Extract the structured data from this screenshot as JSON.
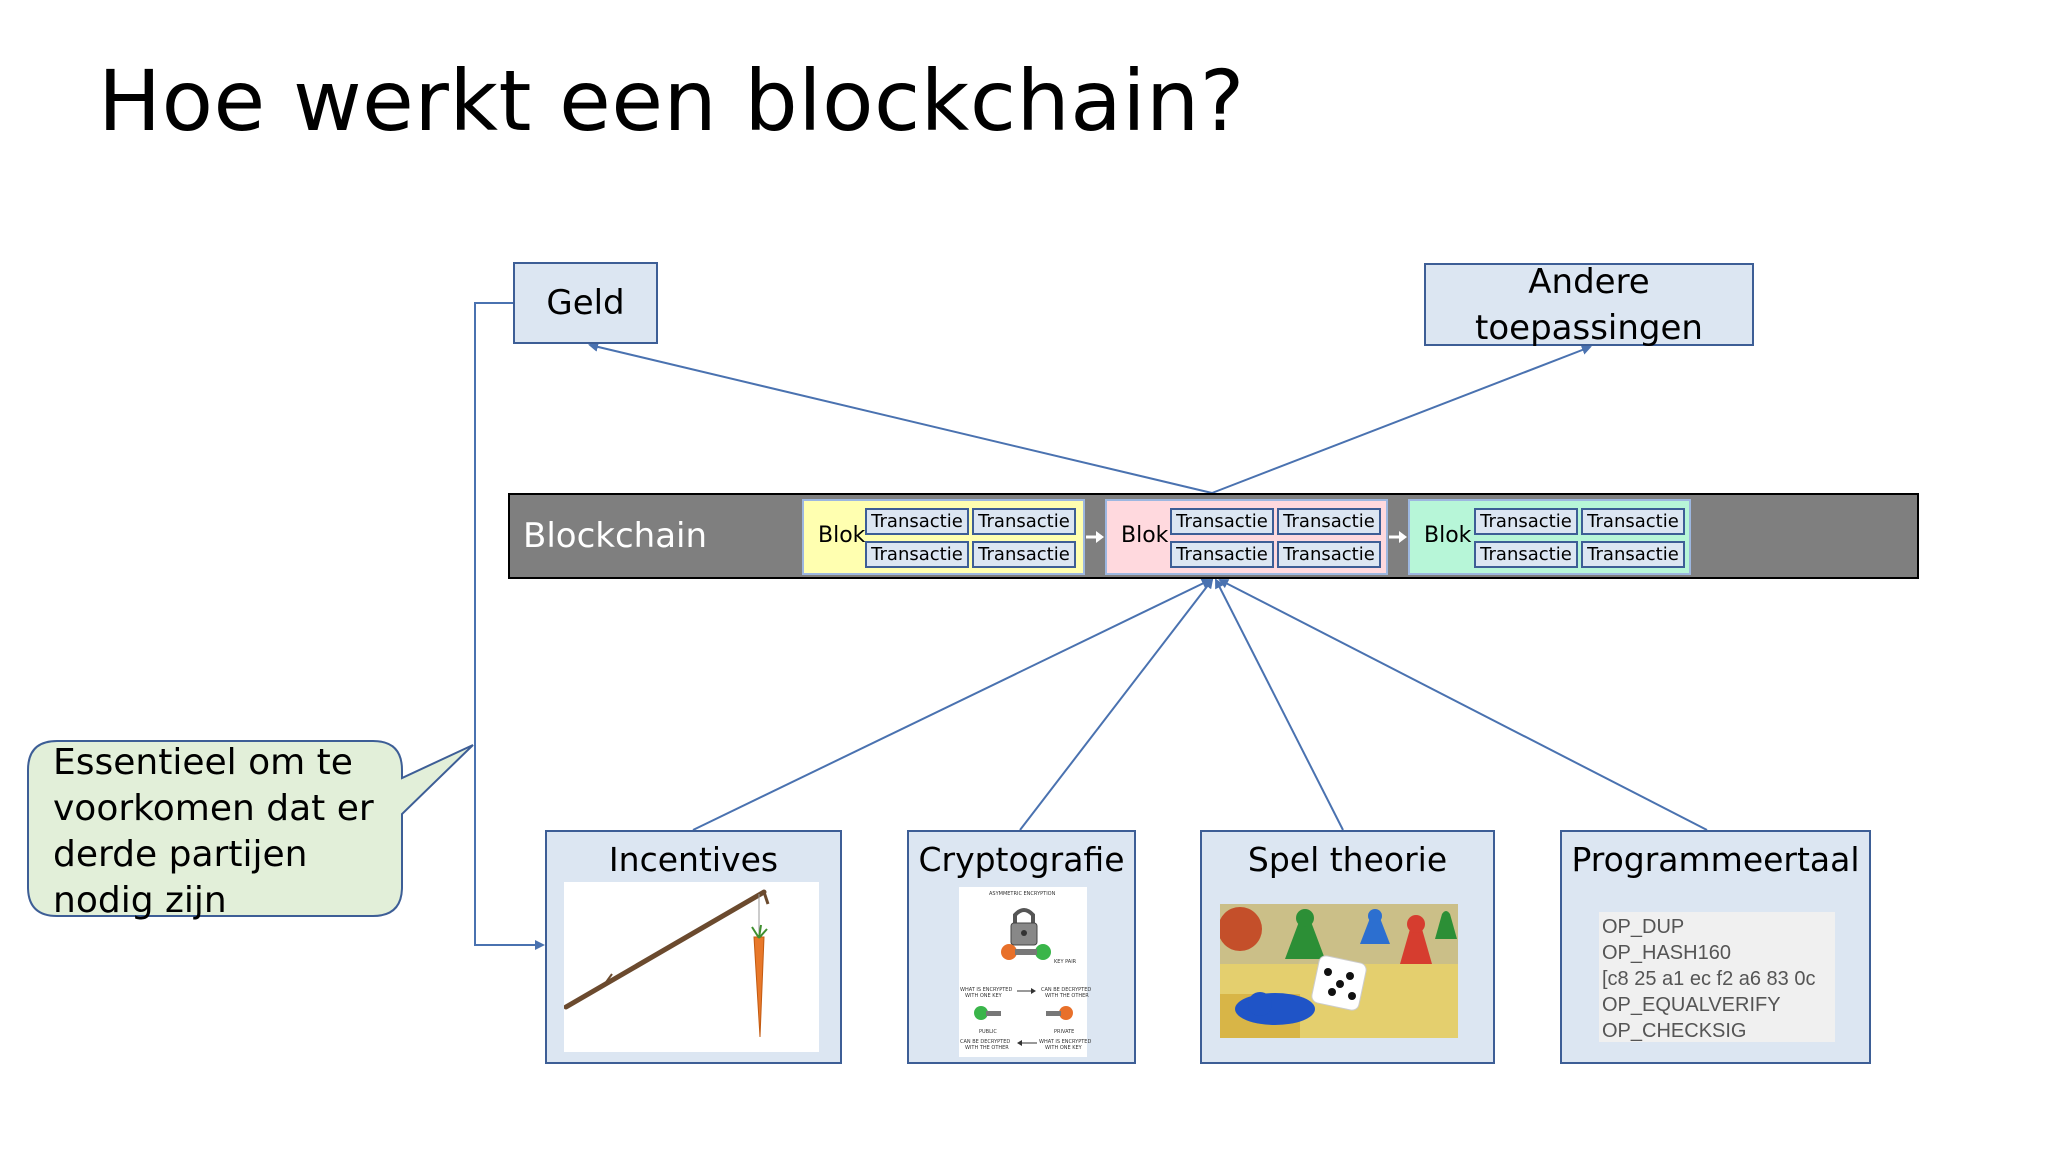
{
  "title": "Hoe werkt een blockchain?",
  "top_boxes": {
    "geld": "Geld",
    "andere_line1": "Andere",
    "andere_line2": "toepassingen"
  },
  "blockchain": {
    "label": "Blockchain",
    "blocks": [
      {
        "label": "Blok",
        "color": "#ffffb0",
        "transactions": [
          "Transactie",
          "Transactie",
          "Transactie",
          "Transactie"
        ]
      },
      {
        "label": "Blok",
        "color": "#ffd9de",
        "transactions": [
          "Transactie",
          "Transactie",
          "Transactie",
          "Transactie"
        ]
      },
      {
        "label": "Blok",
        "color": "#b7f6d8",
        "transactions": [
          "Transactie",
          "Transactie",
          "Transactie",
          "Transactie"
        ]
      }
    ]
  },
  "bottom_boxes": {
    "incentives": "Incentives",
    "cryptografie": "Cryptografie",
    "spel_theorie": "Spel theorie",
    "programmeertaal": "Programmeertaal"
  },
  "crypto_image": {
    "heading": "ASYMMETRIC ENCRYPTION",
    "key_pair": "KEY PAIR",
    "enc_one_1": "WHAT IS ENCRYPTED",
    "enc_one_2": "WITH ONE KEY",
    "dec_other_1": "CAN BE DECRYPTED",
    "dec_other_2": "WITH THE OTHER",
    "public": "PUBLIC",
    "private": "PRIVATE",
    "dec_other_b1": "CAN BE DECRYPTED",
    "dec_other_b2": "WITH THE OTHER",
    "enc_one_b1": "WHAT IS ENCRYPTED",
    "enc_one_b2": "WITH ONE KEY"
  },
  "code": [
    "OP_DUP",
    "OP_HASH160",
    "[c8 25 a1 ec f2 a6 83 0c",
    "OP_EQUALVERIFY",
    "OP_CHECKSIG"
  ],
  "callout": {
    "text": "Essentieel om te voorkomen dat er derde partijen nodig zijn",
    "fill": "#e2efd9"
  },
  "colors": {
    "box_fill": "#dce6f2",
    "box_border": "#3d5e96",
    "arrow": "#4a72b0",
    "bar": "#7f7f7f"
  }
}
